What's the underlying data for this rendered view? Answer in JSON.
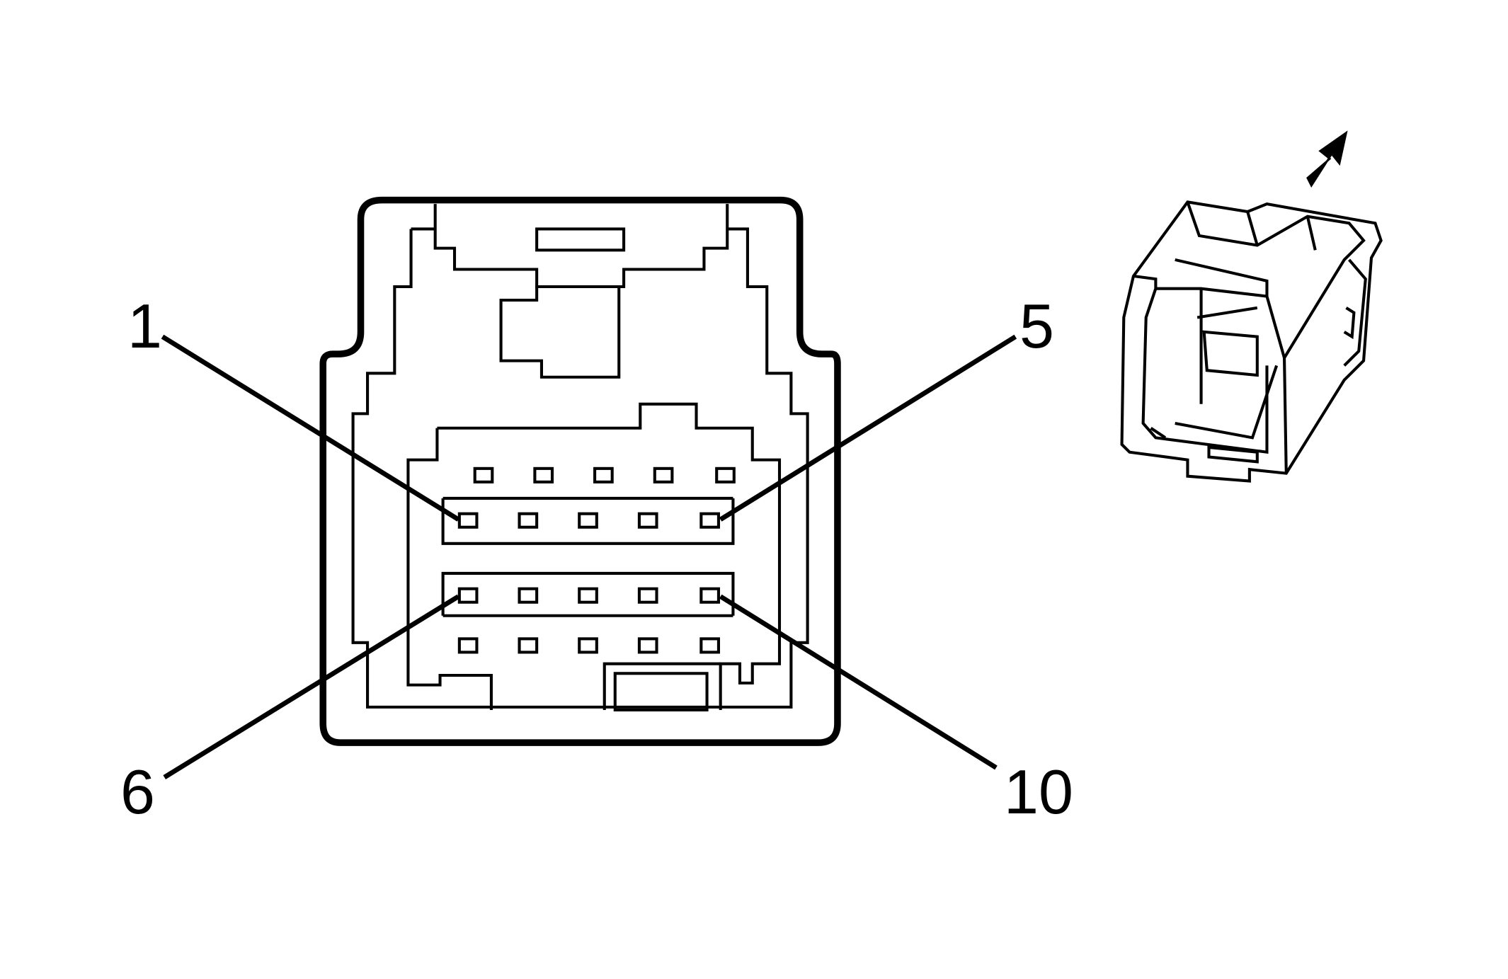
{
  "callouts": [
    {
      "id": "pin-1",
      "text": "1"
    },
    {
      "id": "pin-5",
      "text": "5"
    },
    {
      "id": "pin-6",
      "text": "6"
    },
    {
      "id": "pin-10",
      "text": "10"
    }
  ],
  "connector": {
    "pin_rows": 4,
    "pins_per_row": 5,
    "stroke_color": "#000000",
    "background": "#ffffff"
  },
  "arrow_icon": "arrow-up-right-icon"
}
